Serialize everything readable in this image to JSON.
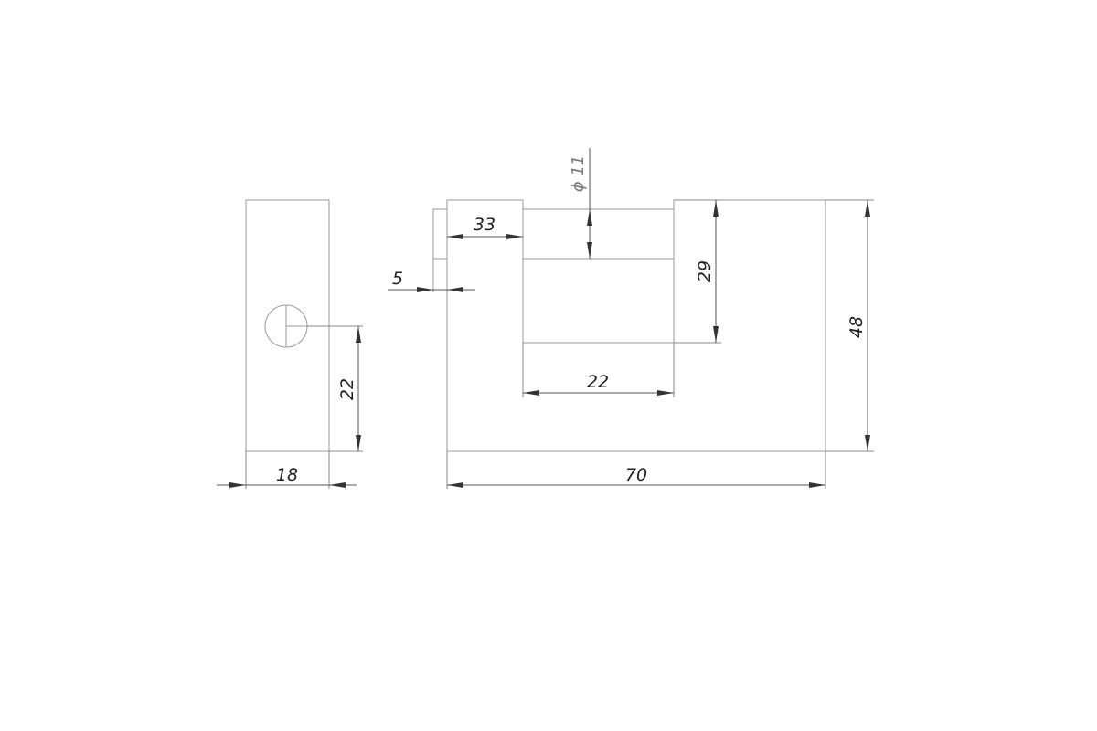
{
  "dimensions": {
    "side_width": "18",
    "hole_height": "22",
    "shackle_offset": "5",
    "shackle_span": "33",
    "shackle_diameter": "ϕ 11",
    "inner_height": "29",
    "inner_width": "22",
    "total_height": "48",
    "total_width": "70"
  },
  "colors": {
    "body_line": "#9a9a9a",
    "dimension_line": "#555555",
    "text": "#222222"
  }
}
